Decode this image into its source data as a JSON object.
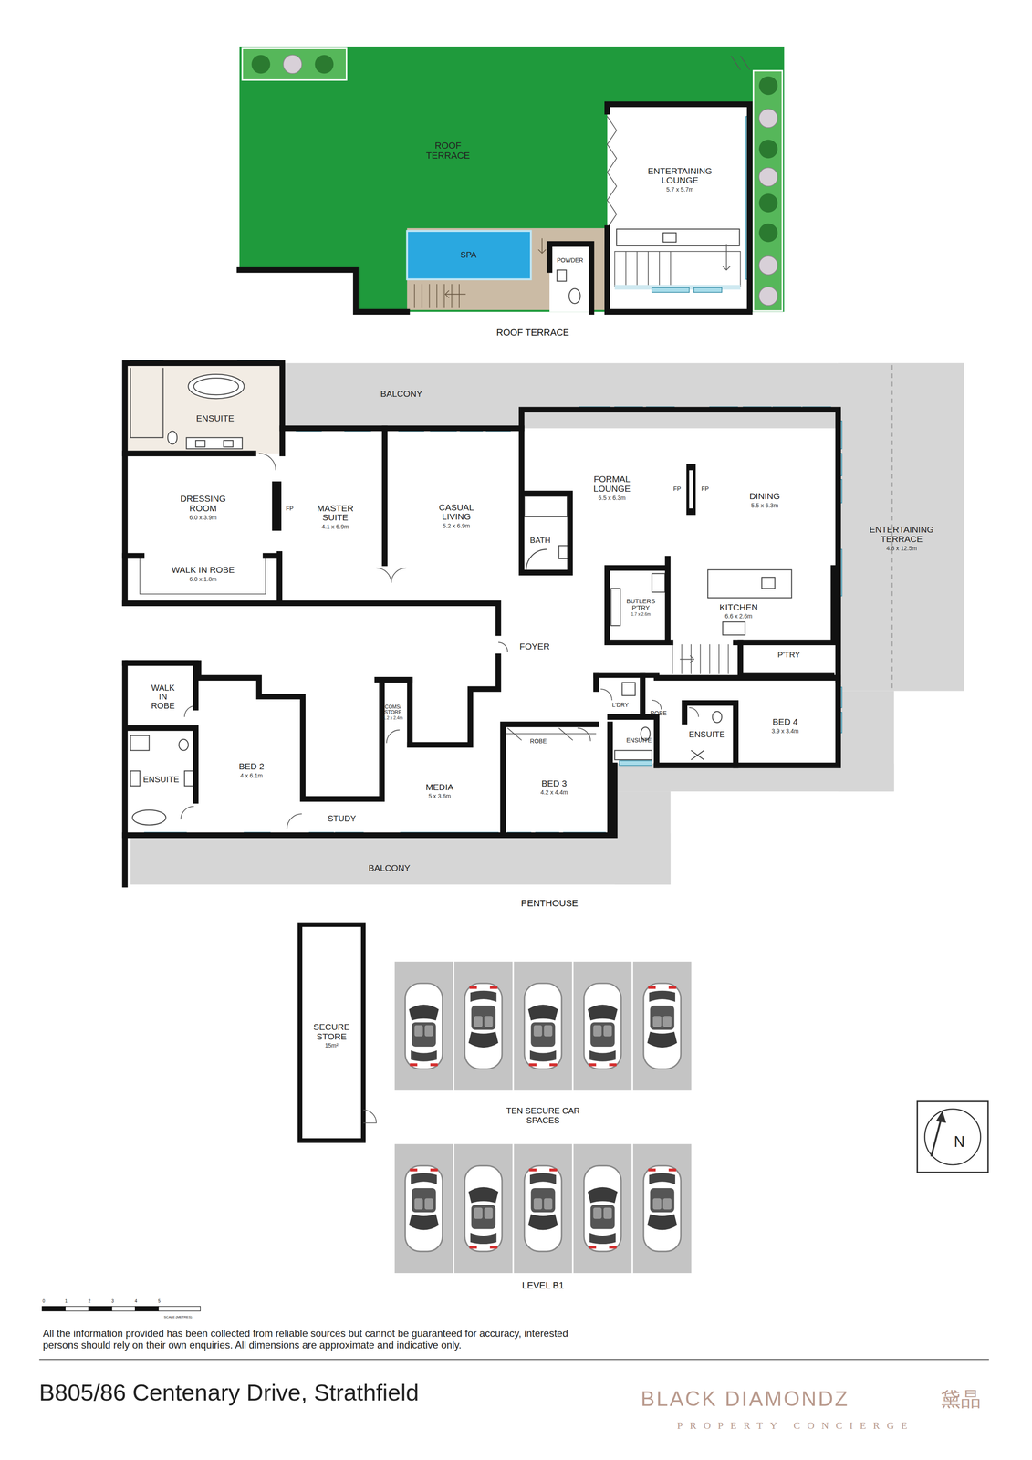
{
  "diagram": {
    "nodes": [
      {
        "text": [
          "ROOF TERRACE"
        ]
      },
      {
        "text": [
          "ENTERTAINING LOUNGE",
          "5.7 x 5.7m"
        ]
      },
      {
        "text": [
          "SPA"
        ]
      },
      {
        "text": [
          "POWDER"
        ]
      },
      {
        "text": [
          "BALCONY"
        ]
      },
      {
        "text": [
          "ENSUITE"
        ]
      },
      {
        "text": [
          "DRESSING ROOM",
          "6.0 x 3.9m"
        ]
      },
      {
        "text": [
          "FP"
        ]
      },
      {
        "text": [
          "MASTER SUITE",
          "4.1 x 6.9m"
        ]
      },
      {
        "text": [
          "WALK IN ROBE",
          "6.0 x 1.8m"
        ]
      },
      {
        "text": [
          "CASUAL LIVING",
          "5.2 x 6.9m"
        ]
      },
      {
        "text": [
          "FORMAL LOUNGE",
          "6.5 x 6.3m"
        ]
      },
      {
        "text": [
          "FP"
        ]
      },
      {
        "text": [
          "FP"
        ]
      },
      {
        "text": [
          "DINING",
          "5.5 x 6.3m"
        ]
      },
      {
        "text": [
          "BATH"
        ]
      },
      {
        "text": [
          "ENTERTAINING TERRACE",
          "4.8 x 12.5m"
        ]
      },
      {
        "text": [
          "BUTLERS P'TRY",
          "1.7 x 2.6m"
        ]
      },
      {
        "text": [
          "KITCHEN",
          "6.6 x 2.6m"
        ]
      },
      {
        "text": [
          "P'TRY"
        ]
      },
      {
        "text": [
          "FOYER"
        ]
      },
      {
        "text": [
          "WALK IN ROBE"
        ]
      },
      {
        "text": [
          "ENSUITE"
        ]
      },
      {
        "text": [
          "BED 2",
          "4 x 6.1m"
        ]
      },
      {
        "text": [
          "COMS/ STORE",
          "1.2 x 2.4m"
        ]
      },
      {
        "text": [
          "MEDIA",
          "5 x 3.6m"
        ]
      },
      {
        "text": [
          "STUDY"
        ]
      },
      {
        "text": [
          "ROBE"
        ]
      },
      {
        "text": [
          "BED 3",
          "4.2 x 4.4m"
        ]
      },
      {
        "text": [
          "L'DRY"
        ]
      },
      {
        "text": [
          "ROBE"
        ]
      },
      {
        "text": [
          "ENSUITE"
        ]
      },
      {
        "text": [
          "ENSUITE"
        ]
      },
      {
        "text": [
          "BED 4",
          "3.9 x 3.4m"
        ]
      },
      {
        "text": [
          "BALCONY"
        ]
      },
      {
        "text": [
          "SECURE STORE",
          "15m²"
        ]
      }
    ],
    "labels": [
      "ROOF TERRACE",
      "PENTHOUSE",
      "TEN SECURE CAR SPACES",
      "LEVEL B1",
      "N",
      "0",
      "1",
      "2",
      "3",
      "4",
      "5",
      "SCALE (METRES)",
      "All the information provided has been collected from reliable sources but cannot be guaranteed for accuracy, interested persons should rely on their own enquiries. All dimensions are approximate and indicative only.",
      "B805/86 Centenary Drive, Strathfield",
      "BLACK DIAMONDZ",
      "黛晶",
      "PROPERTY CONCIERGE"
    ]
  }
}
